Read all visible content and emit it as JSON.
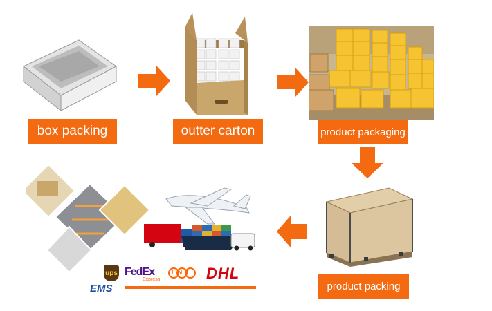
{
  "steps": {
    "box_packing": "box packing",
    "outter_carton": "outter carton",
    "product_packaging": "product packaging",
    "product_packing": "product packing"
  },
  "carriers": {
    "ups": "ups",
    "fedex": "FedEx",
    "fedex_sub": "Express",
    "tnt": "TNT",
    "dhl": "DHL",
    "ems": "EMS"
  },
  "colors": {
    "accent": "#f46a10",
    "dhl_red": "#d40511",
    "fedex_purple": "#4d148c",
    "fedex_orange": "#ff6600",
    "ups_brown": "#5a3613",
    "cardboard": "#c9a66b",
    "crate": "#d3bc96"
  }
}
